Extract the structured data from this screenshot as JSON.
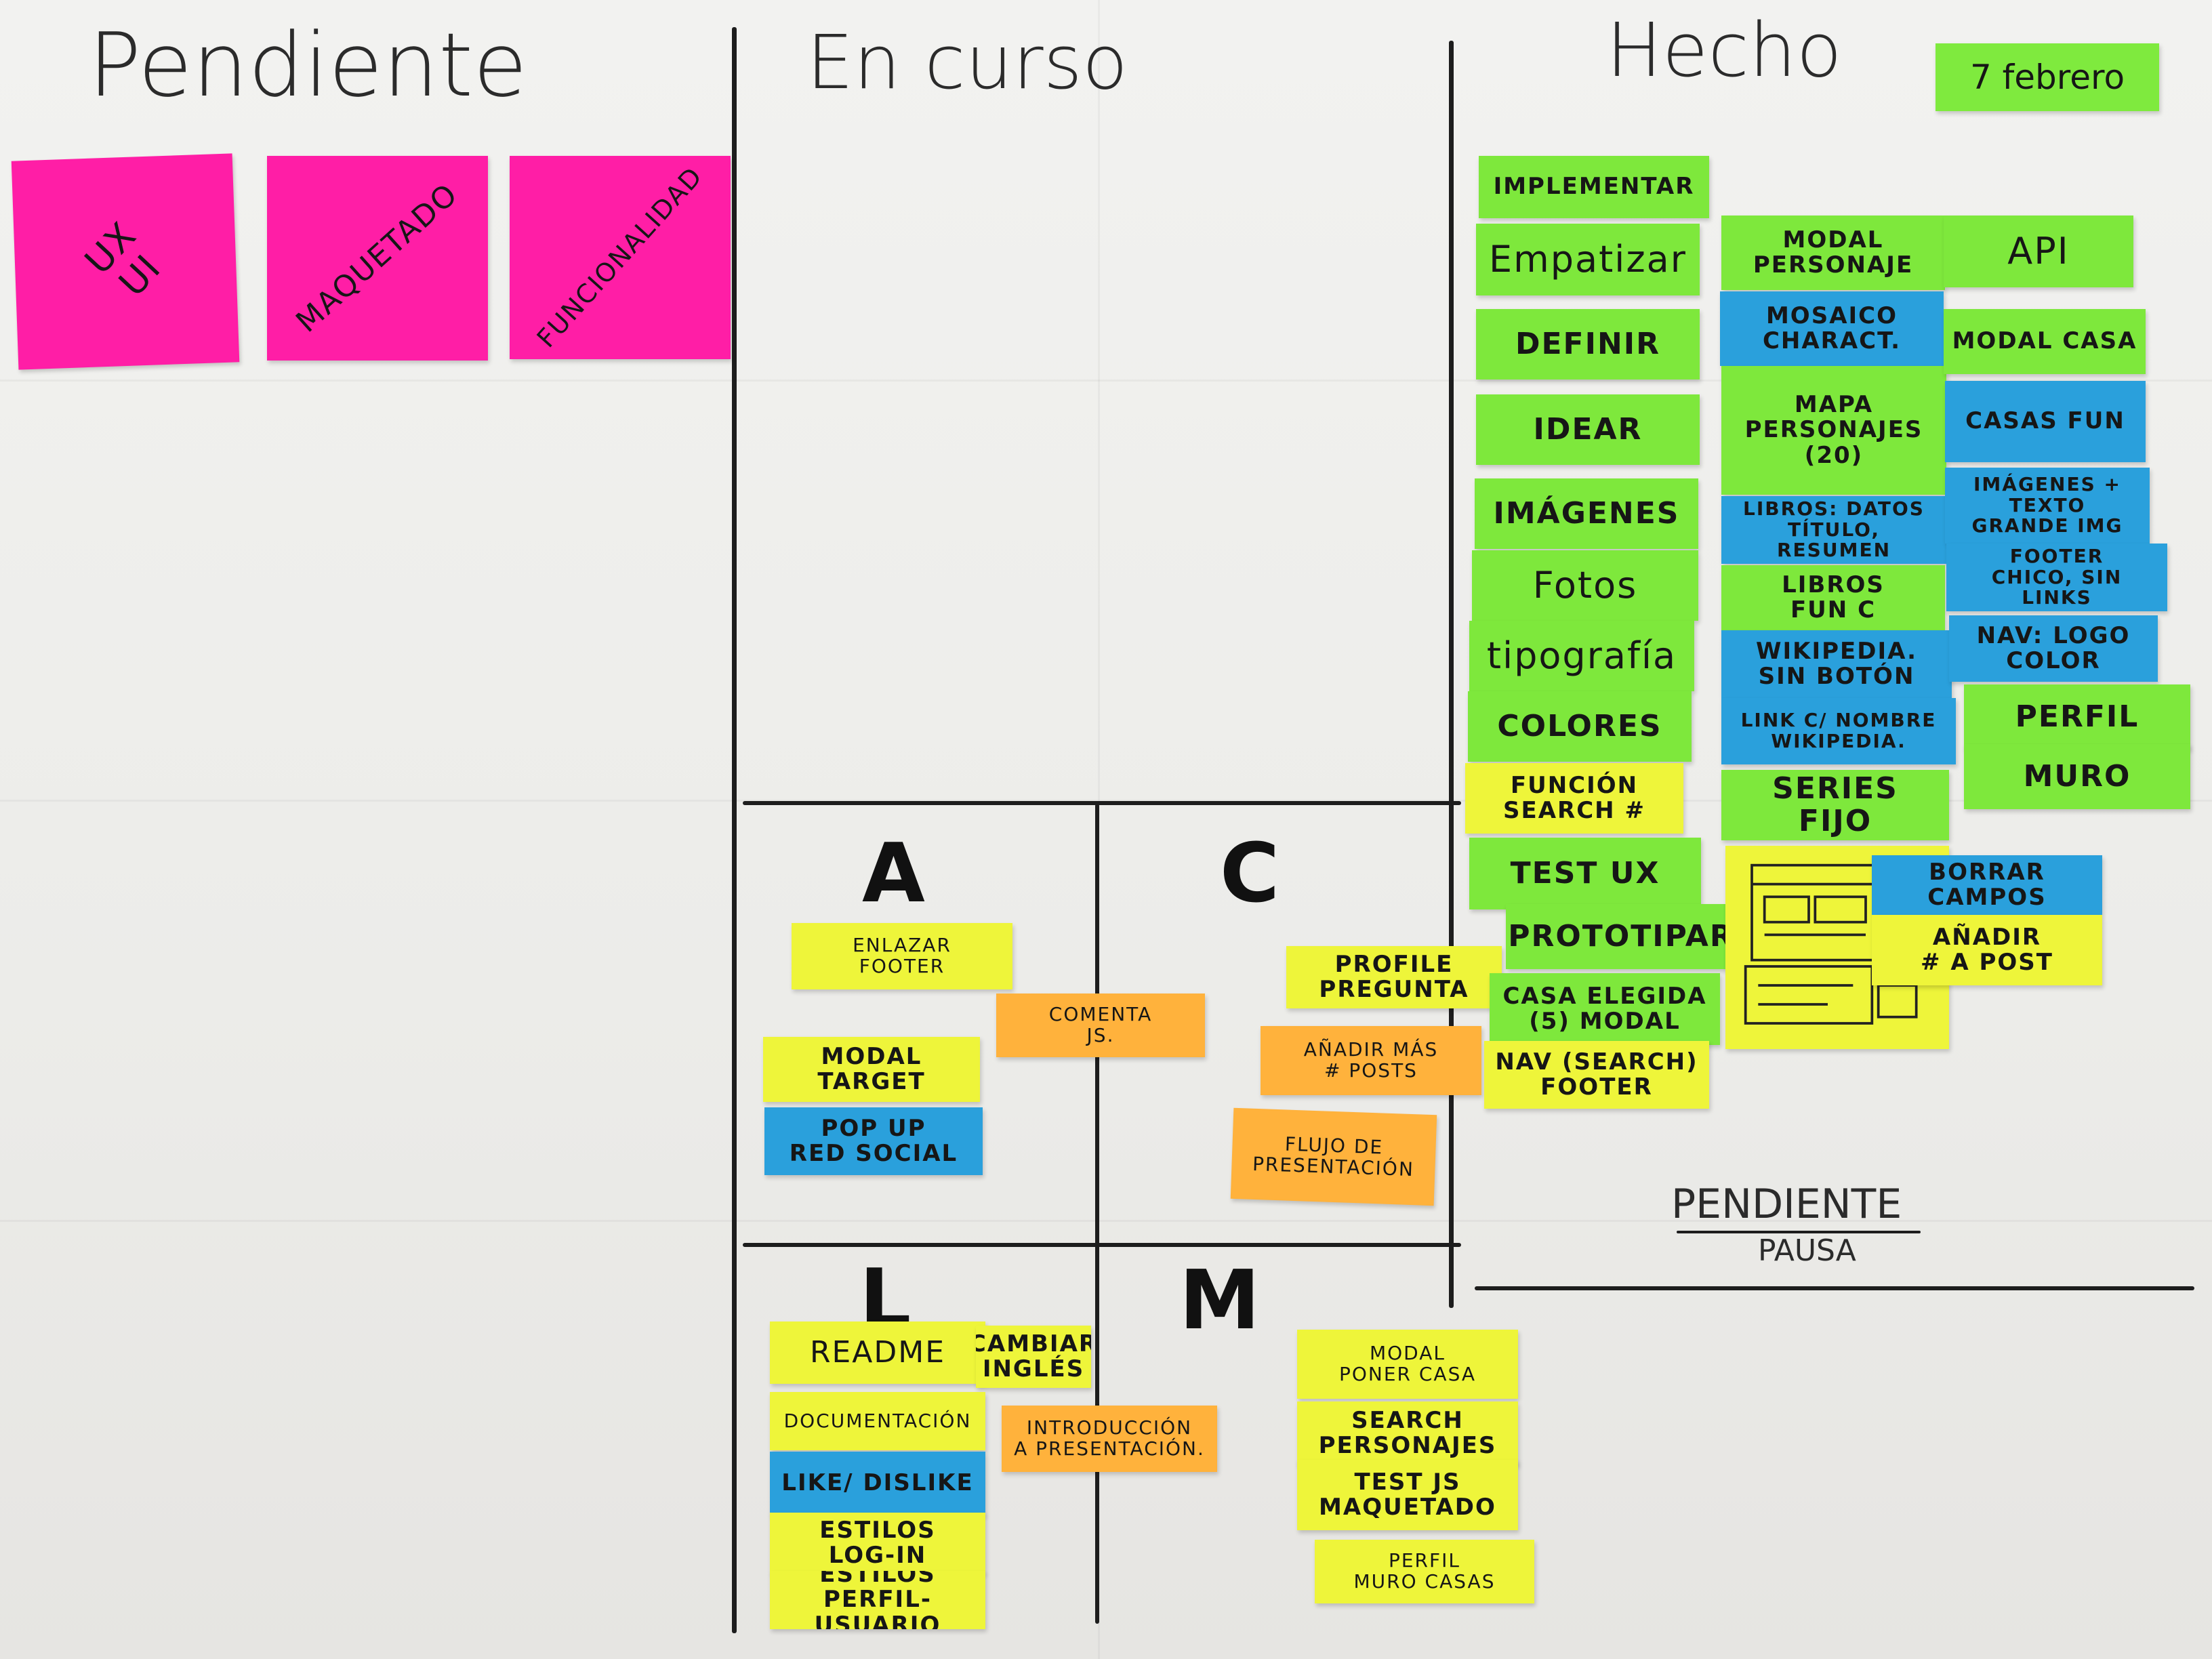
{
  "columns": {
    "pendiente": "Pendiente",
    "en_curso": "En curso",
    "hecho": "Hecho",
    "date": "7 febrero"
  },
  "pendiente_notes": [
    "UX\nUI",
    "MAQUETADO",
    "FUNCIONALIDAD"
  ],
  "sections": {
    "a": "A",
    "c": "C",
    "l": "L",
    "m": "M"
  },
  "section_a": [
    "ENLAZAR\nFOOTER",
    "MODAL\nTARGET",
    "POP UP\nRED SOCIAL"
  ],
  "section_c": [
    "PROFILE\nPREGUNTA",
    "AÑADIR MÁS\n#   POSTS",
    "FLUJO DE\nPRESENTACIÓN"
  ],
  "center_ac": "COMENTA\nJS.",
  "section_l": [
    "README",
    "CAMBIAR\nINGLÉS",
    "DOCUMENTACIÓN",
    "LIKE/ DISLIKE",
    "ESTILOS\nLOG-IN",
    "ESTILOS\nPERFIL-USUARIO"
  ],
  "center_lm": "INTRODUCCIÓN\nA PRESENTACIÓN.",
  "section_m": [
    "MODAL\nPONER CASA",
    "SEARCH\nPERSONAJES",
    "TEST  JS\nMAQUETADO",
    "PERFIL\nMURO  CASAS"
  ],
  "hecho_col1": [
    "IMPLEMENTAR",
    "Empatizar",
    "DEFINIR",
    "IDEAR",
    "IMÁGENES",
    "Fotos",
    "tipografía",
    "COLORES",
    "FUNCIÓN\nSEARCH  #",
    "TEST UX",
    "PROTOTIPAR",
    "CASA ELEGIDA\n(5)   MODAL",
    "NAV (SEARCH)\nFOOTER"
  ],
  "hecho_col2": [
    "MODAL\nPERSONAJE",
    "MOSAICO\nCHARACT.",
    "MAPA\nPERSONAJES\n(20)",
    "LIBROS: DATOS\nTÍTULO, RESUMEN",
    "LIBROS\nFUN   C",
    "WIKIPEDIA.\nSIN BOTÓN",
    "LINK C/ NOMBRE\nWIKIPEDIA.",
    "SERIES\nFIJO"
  ],
  "hecho_col3": [
    "API",
    "MODAL CASA",
    "CASAS FUN",
    "IMÁGENES + TEXTO\nGRANDE IMG",
    "FOOTER\nCHICO, SIN LINKS",
    "NAV: LOGO\nCOLOR",
    "PERFIL",
    "MURO"
  ],
  "hecho_bottom": [
    "BORRAR CAMPOS",
    "AÑADIR\n# A POST"
  ],
  "pausa": {
    "title": "PENDIENTE",
    "subtitle": "PAUSA"
  }
}
